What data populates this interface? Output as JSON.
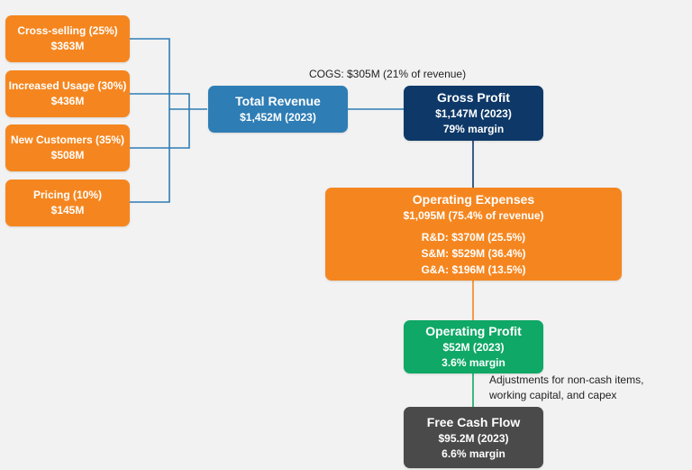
{
  "sources": [
    {
      "label": "Cross-selling (25%)",
      "value": "$363M"
    },
    {
      "label": "Increased Usage (30%)",
      "value": "$436M"
    },
    {
      "label": "New Customers (35%)",
      "value": "$508M"
    },
    {
      "label": "Pricing (10%)",
      "value": "$145M"
    }
  ],
  "total_revenue": {
    "title": "Total Revenue",
    "value": "$1,452M (2023)"
  },
  "cogs_note": "COGS: $305M (21% of revenue)",
  "gross_profit": {
    "title": "Gross Profit",
    "value": "$1,147M (2023)",
    "margin": "79% margin"
  },
  "operating_expenses": {
    "title": "Operating Expenses",
    "value": "$1,095M (75.4% of revenue)",
    "breakdown": [
      "R&D: $370M (25.5%)",
      "S&M: $529M (36.4%)",
      "G&A: $196M (13.5%)"
    ]
  },
  "operating_profit": {
    "title": "Operating Profit",
    "value": "$52M (2023)",
    "margin": "3.6% margin"
  },
  "adjustments_note": [
    "Adjustments for non-cash items,",
    "working capital, and capex"
  ],
  "free_cash_flow": {
    "title": "Free Cash Flow",
    "value": "$95.2M (2023)",
    "margin": "6.6% margin"
  },
  "colors": {
    "source": "#f5861f",
    "revenue": "#2e7db5",
    "gross_profit": "#0d3868",
    "opex": "#f5861f",
    "operating_profit": "#0fa866",
    "fcf": "#4a4a4a",
    "connector_blue": "#2e7db5",
    "connector_navy": "#0d3868",
    "connector_orange": "#f5861f",
    "connector_green": "#0fa866"
  }
}
